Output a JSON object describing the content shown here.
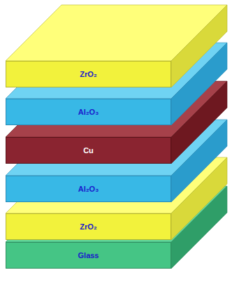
{
  "diagram": {
    "nodes": [
      {
        "text": [
          "ZrO₂"
        ]
      },
      {
        "text": [
          "Al₂O₃"
        ]
      },
      {
        "text": [
          "Cu"
        ]
      },
      {
        "text": [
          "Al₂O₃"
        ]
      },
      {
        "text": [
          "ZrO₂"
        ]
      },
      {
        "text": [
          "Glass"
        ]
      }
    ]
  }
}
